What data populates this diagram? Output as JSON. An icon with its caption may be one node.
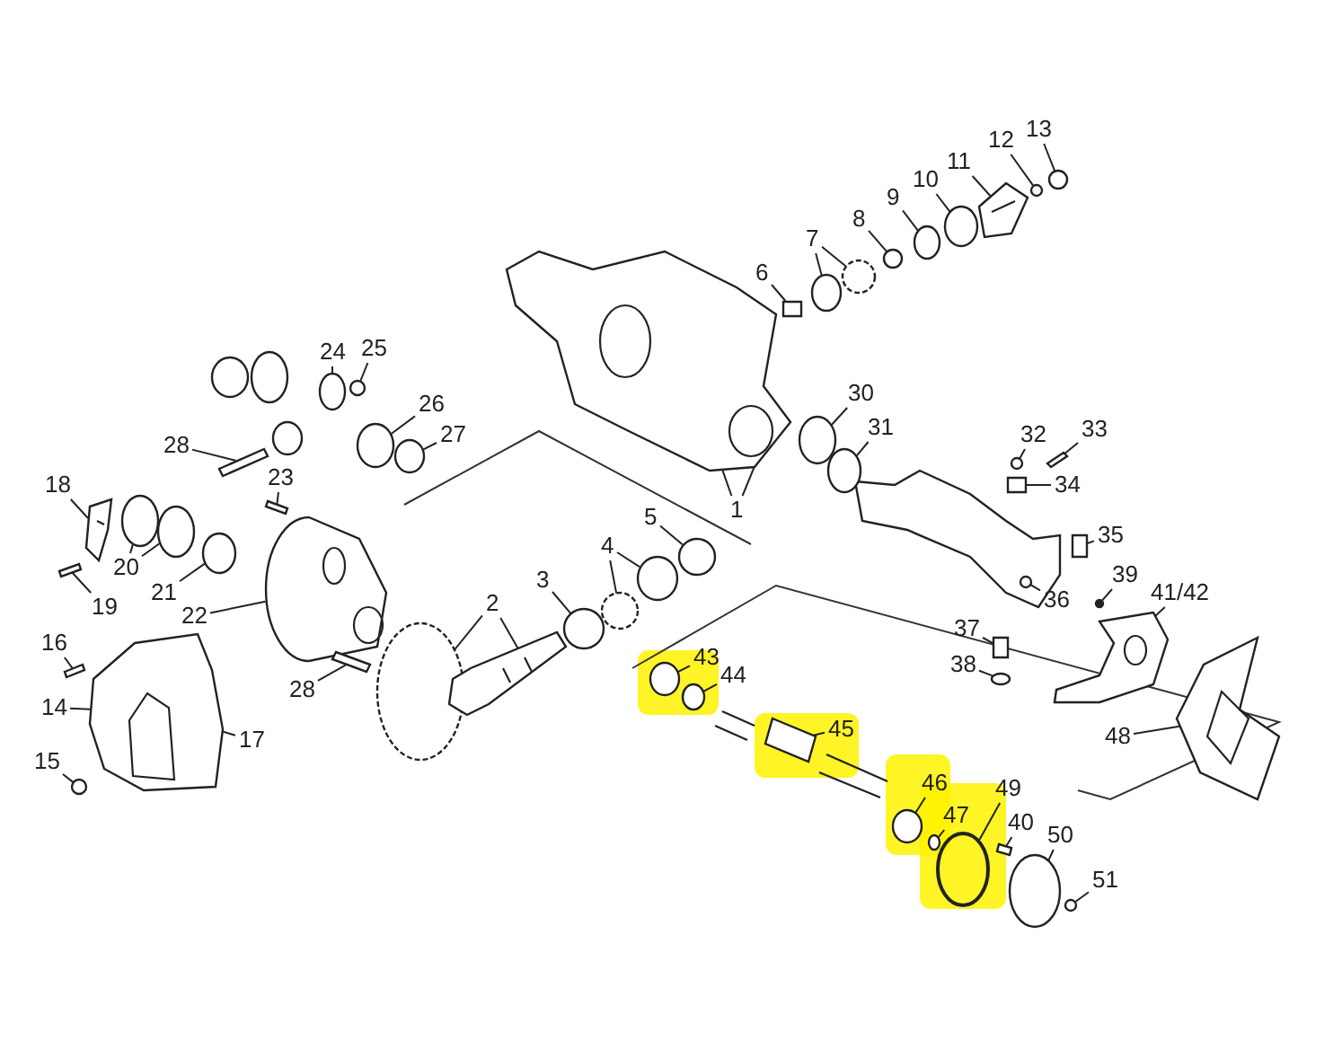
{
  "diagram": {
    "nodes": [
      {
        "text": [
          "1"
        ]
      },
      {
        "text": [
          "2"
        ]
      },
      {
        "text": [
          "3"
        ]
      },
      {
        "text": [
          "4"
        ]
      },
      {
        "text": [
          "5"
        ]
      },
      {
        "text": [
          "6"
        ]
      },
      {
        "text": [
          "7"
        ]
      },
      {
        "text": [
          "8"
        ]
      },
      {
        "text": [
          "9"
        ]
      },
      {
        "text": [
          "10"
        ]
      },
      {
        "text": [
          "11"
        ]
      },
      {
        "text": [
          "12"
        ]
      },
      {
        "text": [
          "13"
        ]
      },
      {
        "text": [
          "14"
        ]
      },
      {
        "text": [
          "15"
        ]
      },
      {
        "text": [
          "16"
        ]
      },
      {
        "text": [
          "17"
        ]
      },
      {
        "text": [
          "18"
        ]
      },
      {
        "text": [
          "19"
        ]
      },
      {
        "text": [
          "20"
        ]
      },
      {
        "text": [
          "21"
        ]
      },
      {
        "text": [
          "22"
        ]
      },
      {
        "text": [
          "23"
        ]
      },
      {
        "text": [
          "24"
        ]
      },
      {
        "text": [
          "25"
        ]
      },
      {
        "text": [
          "26"
        ]
      },
      {
        "text": [
          "27"
        ]
      },
      {
        "text": [
          "28"
        ]
      },
      {
        "text": [
          "28"
        ]
      },
      {
        "text": [
          "30"
        ]
      },
      {
        "text": [
          "31"
        ]
      },
      {
        "text": [
          "32"
        ]
      },
      {
        "text": [
          "33"
        ]
      },
      {
        "text": [
          "34"
        ]
      },
      {
        "text": [
          "35"
        ]
      },
      {
        "text": [
          "36"
        ]
      },
      {
        "text": [
          "37"
        ]
      },
      {
        "text": [
          "38"
        ]
      },
      {
        "text": [
          "39"
        ]
      },
      {
        "text": [
          "40"
        ]
      },
      {
        "text": [
          "41/42"
        ]
      },
      {
        "text": [
          "43"
        ]
      },
      {
        "text": [
          "44"
        ]
      },
      {
        "text": [
          "45"
        ]
      },
      {
        "text": [
          "46"
        ]
      },
      {
        "text": [
          "47"
        ]
      },
      {
        "text": [
          "48"
        ]
      },
      {
        "text": [
          "49"
        ]
      },
      {
        "text": [
          "50"
        ]
      },
      {
        "text": [
          "51"
        ]
      },
      {
        "text": [],
        "shape": "picture"
      },
      {
        "text": [],
        "shape": "circle"
      },
      {
        "text": [],
        "shape": "picture"
      },
      {
        "text": [],
        "shape": "circle"
      },
      {
        "text": [],
        "shape": "circle"
      },
      {
        "text": [],
        "shape": "circle"
      },
      {
        "text": [],
        "shape": "circle"
      },
      {
        "text": [],
        "shape": "box"
      },
      {
        "text": [],
        "shape": "circle"
      },
      {
        "text": [],
        "shape": "circle"
      },
      {
        "text": [],
        "shape": "circle"
      },
      {
        "text": [],
        "shape": "circle"
      },
      {
        "text": [],
        "shape": "circle"
      },
      {
        "text": [],
        "shape": "picture"
      },
      {
        "text": [],
        "shape": "circle"
      },
      {
        "text": [],
        "shape": "circle"
      },
      {
        "text": [],
        "shape": "picture"
      },
      {
        "text": [],
        "shape": "circle"
      },
      {
        "text": [],
        "shape": "box"
      },
      {
        "text": [],
        "shape": "picture"
      },
      {
        "text": [],
        "shape": "box"
      },
      {
        "text": [],
        "shape": "circle"
      },
      {
        "text": [],
        "shape": "circle"
      },
      {
        "text": [],
        "shape": "circle"
      },
      {
        "text": [],
        "shape": "picture"
      },
      {
        "text": [],
        "shape": "box"
      },
      {
        "text": [],
        "shape": "circle"
      },
      {
        "text": [],
        "shape": "circle"
      },
      {
        "text": [],
        "shape": "circle"
      },
      {
        "text": [],
        "shape": "circle"
      },
      {
        "text": [],
        "shape": "box"
      },
      {
        "text": [],
        "shape": "box"
      },
      {
        "text": [],
        "shape": "circle"
      },
      {
        "text": [],
        "shape": "circle"
      },
      {
        "text": [],
        "shape": "circle"
      },
      {
        "text": [],
        "shape": "box"
      },
      {
        "text": [],
        "shape": "box"
      },
      {
        "text": [],
        "shape": "box"
      },
      {
        "text": [],
        "shape": "circle"
      },
      {
        "text": [],
        "shape": "box"
      },
      {
        "text": [],
        "shape": "circle"
      },
      {
        "text": [],
        "shape": "circle"
      },
      {
        "text": [],
        "shape": "picture"
      },
      {
        "text": [],
        "shape": "picture"
      },
      {
        "text": [],
        "shape": "circle"
      },
      {
        "text": [],
        "shape": "circle"
      },
      {
        "text": [],
        "shape": "box"
      },
      {
        "text": [],
        "shape": "circle"
      },
      {
        "text": [],
        "shape": "circle"
      },
      {
        "text": [],
        "shape": "circle"
      },
      {
        "text": [],
        "shape": "box"
      },
      {
        "text": [],
        "shape": "circle"
      },
      {
        "text": [],
        "shape": "circle"
      }
    ],
    "edges": [
      {
        "from": 0,
        "to": 50,
        "arrow": "none"
      },
      {
        "from": 0,
        "to": 50,
        "arrow": "none"
      },
      {
        "from": 1,
        "to": 51,
        "arrow": "none"
      },
      {
        "from": 1,
        "to": 52,
        "arrow": "none"
      },
      {
        "from": 2,
        "to": 53,
        "arrow": "none"
      },
      {
        "from": 3,
        "to": 54,
        "arrow": "none"
      },
      {
        "from": 3,
        "to": 55,
        "arrow": "none"
      },
      {
        "from": 4,
        "to": 56,
        "arrow": "none"
      },
      {
        "from": 5,
        "to": 57,
        "arrow": "none"
      },
      {
        "from": 6,
        "to": 58,
        "arrow": "none"
      },
      {
        "from": 6,
        "to": 59,
        "arrow": "none"
      },
      {
        "from": 7,
        "to": 60,
        "arrow": "none"
      },
      {
        "from": 8,
        "to": 61,
        "arrow": "none"
      },
      {
        "from": 9,
        "to": 62,
        "arrow": "none"
      },
      {
        "from": 10,
        "to": 63,
        "arrow": "none"
      },
      {
        "from": 11,
        "to": 64,
        "arrow": "none"
      },
      {
        "from": 12,
        "to": 65,
        "arrow": "none"
      },
      {
        "from": 13,
        "to": 66,
        "arrow": "none"
      },
      {
        "from": 14,
        "to": 67,
        "arrow": "none"
      },
      {
        "from": 15,
        "to": 68,
        "arrow": "none"
      },
      {
        "from": 16,
        "to": 66,
        "arrow": "none"
      },
      {
        "from": 17,
        "to": 69,
        "arrow": "none"
      },
      {
        "from": 18,
        "to": 70,
        "arrow": "none"
      },
      {
        "from": 19,
        "to": 71,
        "arrow": "none"
      },
      {
        "from": 19,
        "to": 72,
        "arrow": "none"
      },
      {
        "from": 20,
        "to": 73,
        "arrow": "none"
      },
      {
        "from": 21,
        "to": 74,
        "arrow": "none"
      },
      {
        "from": 22,
        "to": 75,
        "arrow": "none"
      },
      {
        "from": 23,
        "to": 76,
        "arrow": "none"
      },
      {
        "from": 24,
        "to": 77,
        "arrow": "none"
      },
      {
        "from": 25,
        "to": 78,
        "arrow": "none"
      },
      {
        "from": 26,
        "to": 79,
        "arrow": "none"
      },
      {
        "from": 27,
        "to": 80,
        "arrow": "none"
      },
      {
        "from": 28,
        "to": 81,
        "arrow": "none"
      },
      {
        "from": 29,
        "to": 82,
        "arrow": "none"
      },
      {
        "from": 30,
        "to": 83,
        "arrow": "none"
      },
      {
        "from": 31,
        "to": 84,
        "arrow": "none"
      },
      {
        "from": 32,
        "to": 85,
        "arrow": "none"
      },
      {
        "from": 33,
        "to": 86,
        "arrow": "none"
      },
      {
        "from": 34,
        "to": 87,
        "arrow": "none"
      },
      {
        "from": 35,
        "to": 88,
        "arrow": "none"
      },
      {
        "from": 36,
        "to": 89,
        "arrow": "none"
      },
      {
        "from": 37,
        "to": 90,
        "arrow": "none"
      },
      {
        "from": 38,
        "to": 91,
        "arrow": "none"
      },
      {
        "from": 39,
        "to": 100,
        "arrow": "none"
      },
      {
        "from": 40,
        "to": 92,
        "arrow": "none"
      },
      {
        "from": 41,
        "to": 94,
        "arrow": "none"
      },
      {
        "from": 42,
        "to": 95,
        "arrow": "none"
      },
      {
        "from": 43,
        "to": 96,
        "arrow": "none"
      },
      {
        "from": 44,
        "to": 97,
        "arrow": "none"
      },
      {
        "from": 45,
        "to": 98,
        "arrow": "none"
      },
      {
        "from": 46,
        "to": 93,
        "arrow": "none"
      },
      {
        "from": 47,
        "to": 99,
        "arrow": "none"
      },
      {
        "from": 48,
        "to": 101,
        "arrow": "none"
      },
      {
        "from": 49,
        "to": 102,
        "arrow": "none"
      }
    ]
  }
}
